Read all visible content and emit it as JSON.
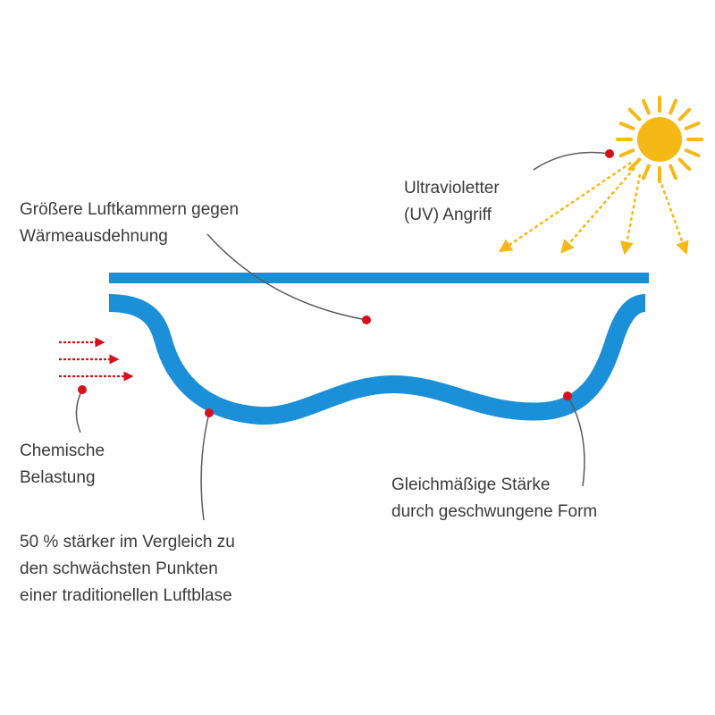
{
  "colors": {
    "bubble_blue": "#1b8fd8",
    "marker_red": "#d7101a",
    "sun_yellow": "#f6b817",
    "leader_gray": "#5a5a5a",
    "text": "#3a3a3a"
  },
  "labels": {
    "uv_line1": "Ultravioletter",
    "uv_line2": "(UV) Angriff",
    "air_line1": "Größere Luftkammern gegen",
    "air_line2": "Wärmeausdehnung",
    "chem_line1": "Chemische",
    "chem_line2": "Belastung",
    "strength_line1": "50 % stärker im  Vergleich zu",
    "strength_line2": "den schwächsten Punkten",
    "strength_line3": "einer traditionellen Luftblase",
    "uniform_line1": "Gleichmäßige Stärke",
    "uniform_line2": "durch geschwungene Form"
  },
  "icons": {
    "sun": "sun-icon",
    "uv_rays": "uv-ray-arrow-icon",
    "chemical": "chemical-arrow-icon",
    "marker": "red-dot-marker-icon"
  }
}
